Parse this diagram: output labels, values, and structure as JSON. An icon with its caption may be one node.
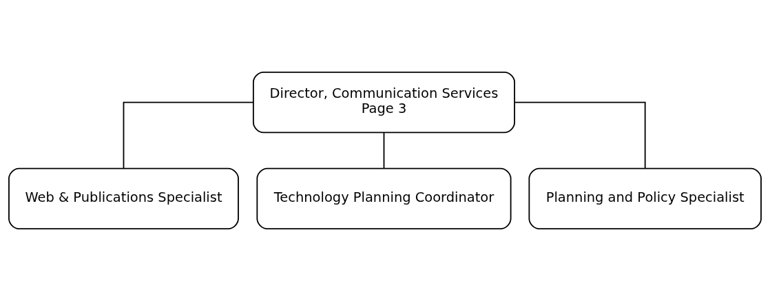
{
  "diagram": {
    "nodes": [
      {
        "text": [
          "Director, Communication Services",
          "Page 3"
        ]
      },
      {
        "text": [
          "Web & Publications Specialist"
        ]
      },
      {
        "text": [
          "Technology Planning Coordinator"
        ]
      },
      {
        "text": [
          "Planning and Policy Specialist"
        ]
      }
    ],
    "edges": [
      {
        "from": 0,
        "to": 1,
        "arrow": "none"
      },
      {
        "from": 0,
        "to": 2,
        "arrow": "none"
      },
      {
        "from": 0,
        "to": 3,
        "arrow": "none"
      }
    ]
  }
}
